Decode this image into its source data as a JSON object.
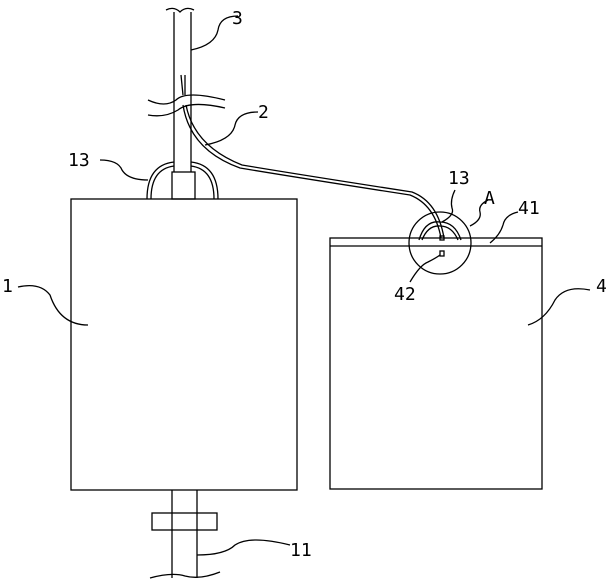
{
  "labels": {
    "pole": "3",
    "tube": "2",
    "hook_left": "13",
    "hook_right": "13",
    "detail": "A",
    "strip": "41",
    "bag_left": "1",
    "bag_right": "4",
    "pin": "42",
    "outlet": "11"
  }
}
